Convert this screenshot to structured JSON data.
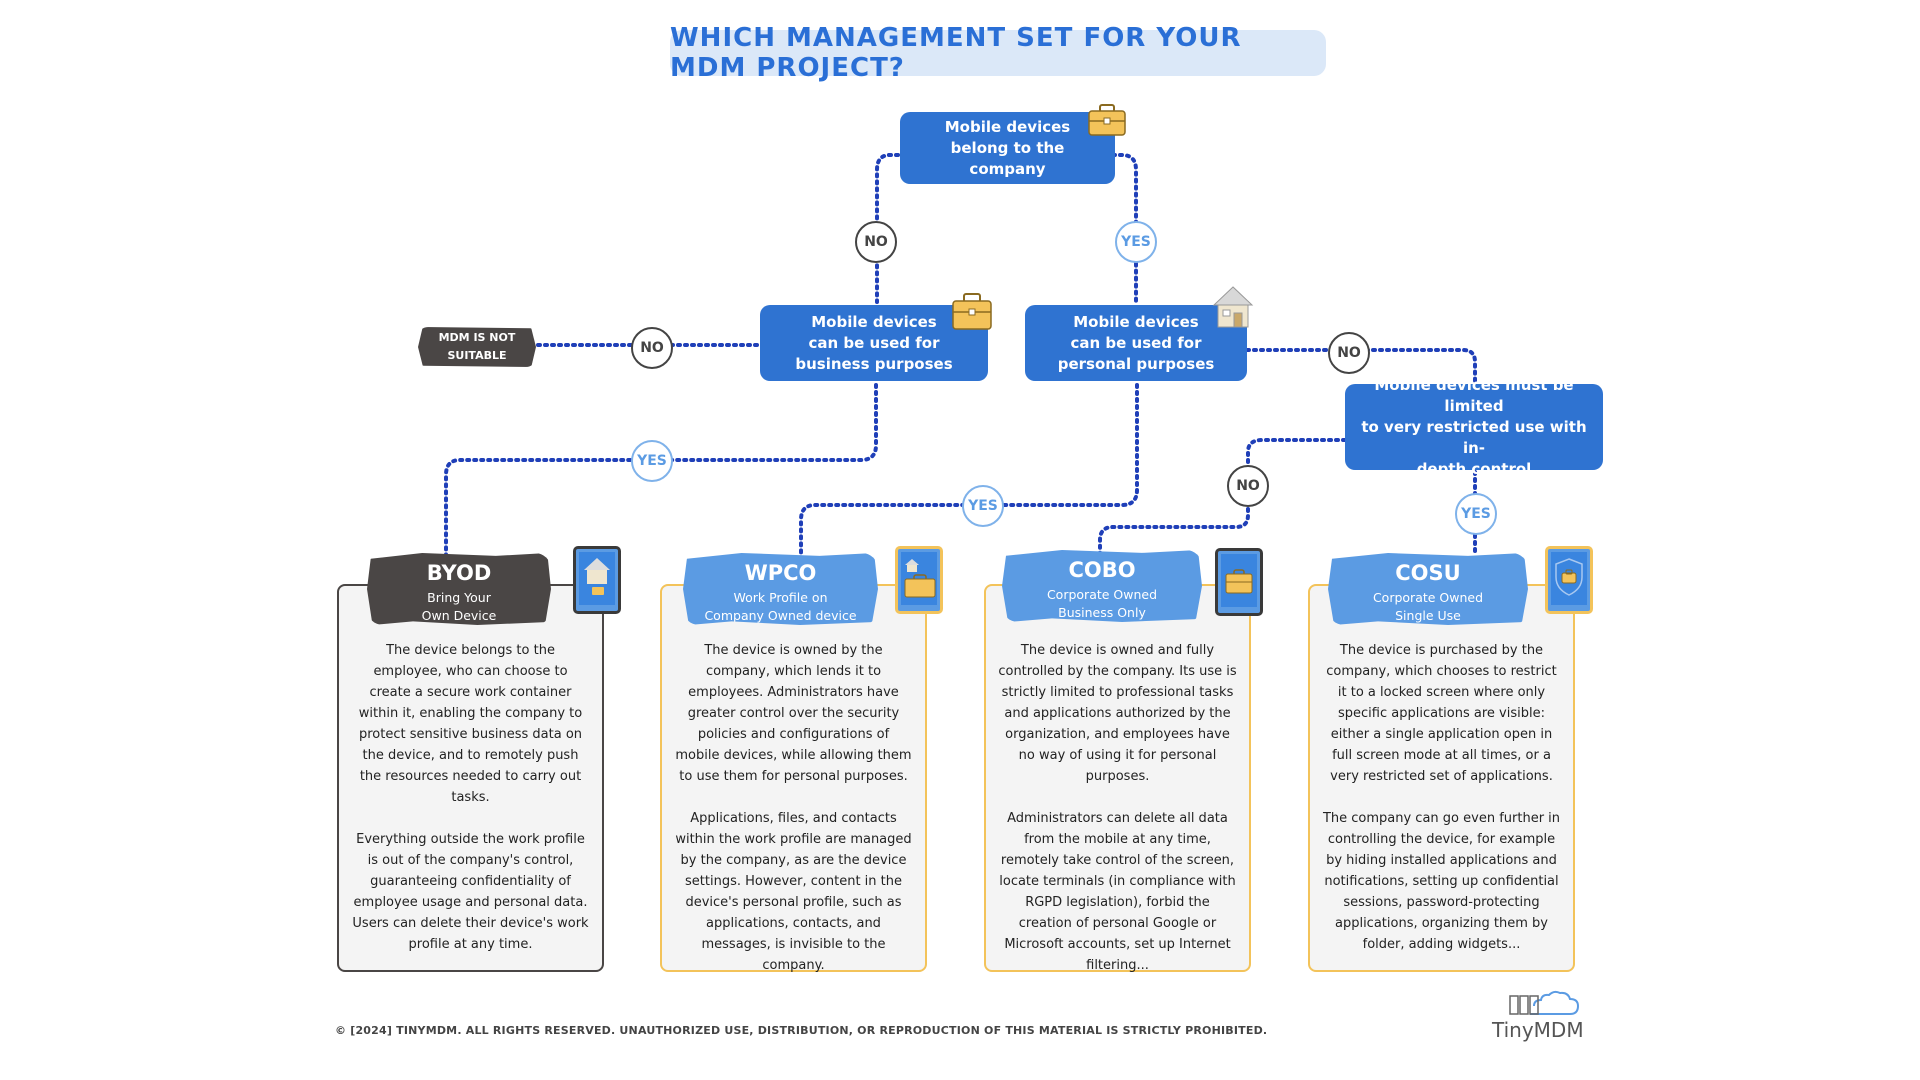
{
  "title": "WHICH MANAGEMENT SET FOR YOUR MDM PROJECT?",
  "questions": {
    "company": "Mobile devices\nbelong to the company",
    "business": "Mobile devices\ncan be used for\nbusiness purposes",
    "personal": "Mobile devices\ncan be used for\npersonal purposes",
    "restricted": "Mobile devices must be limited\nto very restricted use with in-\ndepth control"
  },
  "answers": {
    "yes": "YES",
    "no": "NO"
  },
  "not_suitable": "MDM IS NOT\nSUITABLE",
  "cards": [
    {
      "abbr": "BYOD",
      "full": "Bring Your\nOwn Device",
      "desc": "The device belongs to the employee, who can choose to create a secure work container within it, enabling the company to protect sensitive business data on the device, and to remotely push the resources needed to carry out tasks.\n\nEverything outside the work profile is out of the company's control, guaranteeing confidentiality of employee usage and personal data. Users can delete their device's work profile at any time."
    },
    {
      "abbr": "WPCO",
      "full": "Work Profile on\nCompany Owned device",
      "desc": "The device is owned by the company, which lends it to employees. Administrators have greater control over the security policies and configurations of mobile devices, while allowing them to use them for personal purposes.\n\nApplications, files, and contacts within the work profile are managed by the company, as are the device settings. However, content in the device's personal profile, such as applications, contacts, and messages, is invisible to the company."
    },
    {
      "abbr": "COBO",
      "full": "Corporate Owned\nBusiness Only",
      "desc": "The device is owned and fully controlled by the company. Its use is strictly limited to professional tasks and applications authorized by the organization, and employees have no way of using it for personal purposes.\n\nAdministrators can delete all data from the mobile at any time, remotely take control of the screen, locate terminals (in compliance with RGPD legislation), forbid the creation of personal Google or Microsoft accounts, set up Internet filtering..."
    },
    {
      "abbr": "COSU",
      "full": "Corporate Owned\nSingle Use",
      "desc": "The device is purchased by the company, which chooses to restrict it to a locked screen where only specific applications are visible: either a single application open in full screen mode at all times, or a very restricted set of applications.\n\nThe company can go even further in controlling the device, for example by hiding installed applications and notifications, setting up confidential sessions, password-protecting applications, organizing them by folder, adding widgets..."
    }
  ],
  "icons": {
    "briefcase": "briefcase-icon",
    "house": "house-icon",
    "tablet": "tablet-icon",
    "shield": "shield-icon",
    "logo": "tinymdm-cloud-logo"
  },
  "copyright": "© [2024] TINYMDM. ALL RIGHTS RESERVED. UNAUTHORIZED USE, DISTRIBUTION, OR REPRODUCTION OF THIS MATERIAL IS STRICTLY PROHIBITED.",
  "brand": "TinyMDM",
  "colors": {
    "blue": "#2f73d1",
    "light_blue": "#5b9be3",
    "dark": "#4a4645",
    "yellow": "#f3c35a",
    "title_bg": "#dbe8f8"
  }
}
